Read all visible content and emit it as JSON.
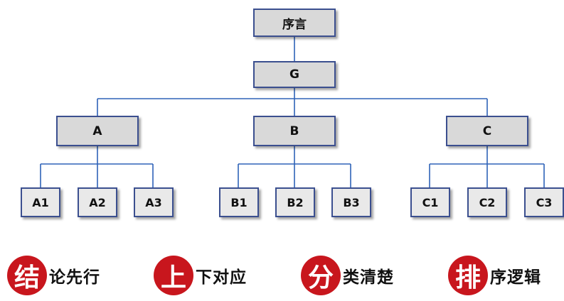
{
  "diagram": {
    "root": "序言",
    "main": "G",
    "branches": [
      {
        "label": "A",
        "children": [
          "A1",
          "A2",
          "A3"
        ]
      },
      {
        "label": "B",
        "children": [
          "B1",
          "B2",
          "B3"
        ]
      },
      {
        "label": "C",
        "children": [
          "C1",
          "C2",
          "C3"
        ]
      }
    ]
  },
  "principles": [
    {
      "char": "结",
      "text": "论先行"
    },
    {
      "char": "上",
      "text": "下对应"
    },
    {
      "char": "分",
      "text": "类清楚"
    },
    {
      "char": "排",
      "text": "序逻辑"
    }
  ],
  "colors": {
    "line": "#2e62b8",
    "border": "#3b4f8f",
    "badge": "#c8161d"
  }
}
